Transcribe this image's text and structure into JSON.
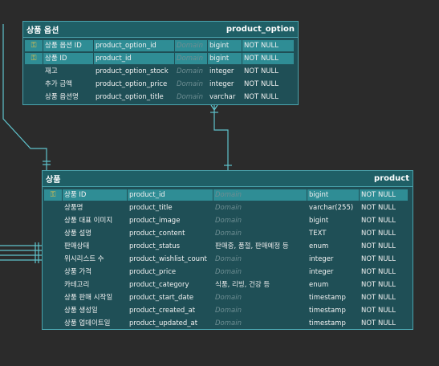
{
  "entities": {
    "product_option": {
      "logical_name": "상품 옵션",
      "physical_name": "product_option",
      "columns": [
        {
          "key": true,
          "selected": true,
          "logical": "상품 옵션 ID",
          "physical": "product_option_id",
          "domain": "Domain",
          "domain_is_value": false,
          "type": "bigint",
          "null": "NOT NULL"
        },
        {
          "key": true,
          "selected": true,
          "logical": "상품 ID",
          "physical": "product_id",
          "domain": "Domain",
          "domain_is_value": false,
          "type": "bigint",
          "null": "NOT NULL"
        },
        {
          "key": false,
          "selected": false,
          "logical": "재고",
          "physical": "product_option_stock",
          "domain": "Domain",
          "domain_is_value": false,
          "type": "integer",
          "null": "NOT NULL"
        },
        {
          "key": false,
          "selected": false,
          "logical": "추가 금액",
          "physical": "product_option_price",
          "domain": "Domain",
          "domain_is_value": false,
          "type": "integer",
          "null": "NOT NULL"
        },
        {
          "key": false,
          "selected": false,
          "logical": "상품 옵션명",
          "physical": "product_option_title",
          "domain": "Domain",
          "domain_is_value": false,
          "type": "varchar",
          "null": "NOT NULL"
        }
      ]
    },
    "product": {
      "logical_name": "상품",
      "physical_name": "product",
      "columns": [
        {
          "key": true,
          "selected": true,
          "logical": "상품 ID",
          "physical": "product_id",
          "domain": "Domain",
          "domain_is_value": false,
          "type": "bigint",
          "null": "NOT NULL"
        },
        {
          "key": false,
          "selected": false,
          "logical": "상품명",
          "physical": "product_title",
          "domain": "Domain",
          "domain_is_value": false,
          "type": "varchar(255)",
          "null": "NOT NULL"
        },
        {
          "key": false,
          "selected": false,
          "logical": "상품 대표 이미지",
          "physical": "product_image",
          "domain": "Domain",
          "domain_is_value": false,
          "type": "bigint",
          "null": "NOT NULL"
        },
        {
          "key": false,
          "selected": false,
          "logical": "상품 설명",
          "physical": "product_content",
          "domain": "Domain",
          "domain_is_value": false,
          "type": "TEXT",
          "null": "NOT NULL"
        },
        {
          "key": false,
          "selected": false,
          "logical": "판매상태",
          "physical": "product_status",
          "domain": "판매중, 품절, 판매예정 등",
          "domain_is_value": true,
          "type": "enum",
          "null": "NOT NULL"
        },
        {
          "key": false,
          "selected": false,
          "logical": "위시리스트 수",
          "physical": "product_wishlist_count",
          "domain": "Domain",
          "domain_is_value": false,
          "type": "integer",
          "null": "NOT NULL"
        },
        {
          "key": false,
          "selected": false,
          "logical": "상품 가격",
          "physical": "product_price",
          "domain": "Domain",
          "domain_is_value": false,
          "type": "integer",
          "null": "NOT NULL"
        },
        {
          "key": false,
          "selected": false,
          "logical": "카테고리",
          "physical": "product_category",
          "domain": "식품, 리빙, 건강 등",
          "domain_is_value": true,
          "type": "enum",
          "null": "NOT NULL"
        },
        {
          "key": false,
          "selected": false,
          "logical": "상품 판매 시작일",
          "physical": "product_start_date",
          "domain": "Domain",
          "domain_is_value": false,
          "type": "timestamp",
          "null": "NOT NULL"
        },
        {
          "key": false,
          "selected": false,
          "logical": "상품 생성일",
          "physical": "product_created_at",
          "domain": "Domain",
          "domain_is_value": false,
          "type": "timestamp",
          "null": "NOT NULL"
        },
        {
          "key": false,
          "selected": false,
          "logical": "상품 업데이트일",
          "physical": "product_updated_at",
          "domain": "Domain",
          "domain_is_value": false,
          "type": "timestamp",
          "null": "NOT NULL"
        }
      ]
    }
  },
  "icons": {
    "key": "key-icon"
  },
  "colors": {
    "line": "#5fc3cc",
    "key": "#e6c34a",
    "selected_row": "#2f8d95"
  }
}
